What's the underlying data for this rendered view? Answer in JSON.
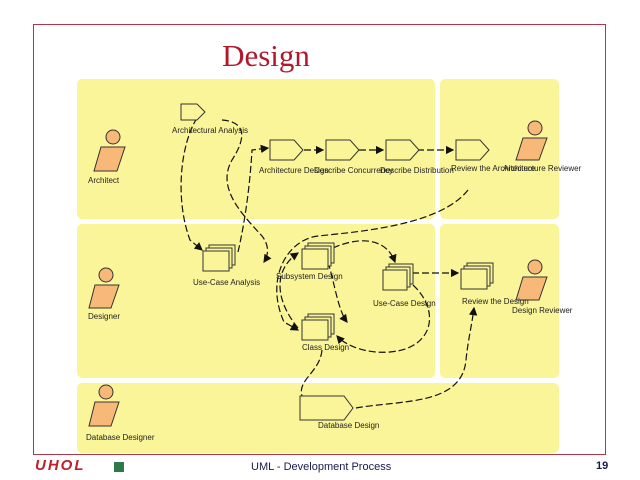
{
  "slide": {
    "title": "Design",
    "footer": "UML  - Development Process",
    "page_number": "19",
    "logo_text": "UHOL"
  },
  "colors": {
    "frame": "#b0364a",
    "title": "#b2182b",
    "swimlane": "#fbf59a",
    "artifact": "#fbf59a",
    "worker": "#f8b878"
  },
  "workers": [
    {
      "id": "architect",
      "label": "Architect"
    },
    {
      "id": "architecture-reviewer",
      "label": "Architecture Reviewer"
    },
    {
      "id": "designer",
      "label": "Designer"
    },
    {
      "id": "design-reviewer",
      "label": "Design Reviewer"
    },
    {
      "id": "database-designer",
      "label": "Database Designer"
    }
  ],
  "activities": [
    {
      "id": "architectural-analysis",
      "label": "Architectural Analysis"
    },
    {
      "id": "architecture-design",
      "label": "Architecture Design"
    },
    {
      "id": "describe-concurrency",
      "label": "Describe Concurrency"
    },
    {
      "id": "describe-distribution",
      "label": "Describe Distribution"
    },
    {
      "id": "review-the-architecture",
      "label": "Review the Architecture"
    },
    {
      "id": "use-case-analysis",
      "label": "Use-Case Analysis"
    },
    {
      "id": "subsystem-design",
      "label": "Subsystem Design"
    },
    {
      "id": "use-case-design",
      "label": "Use-Case Design"
    },
    {
      "id": "review-the-design",
      "label": "Review the Design"
    },
    {
      "id": "class-design",
      "label": "Class Design"
    },
    {
      "id": "database-design",
      "label": "Database Design"
    }
  ]
}
